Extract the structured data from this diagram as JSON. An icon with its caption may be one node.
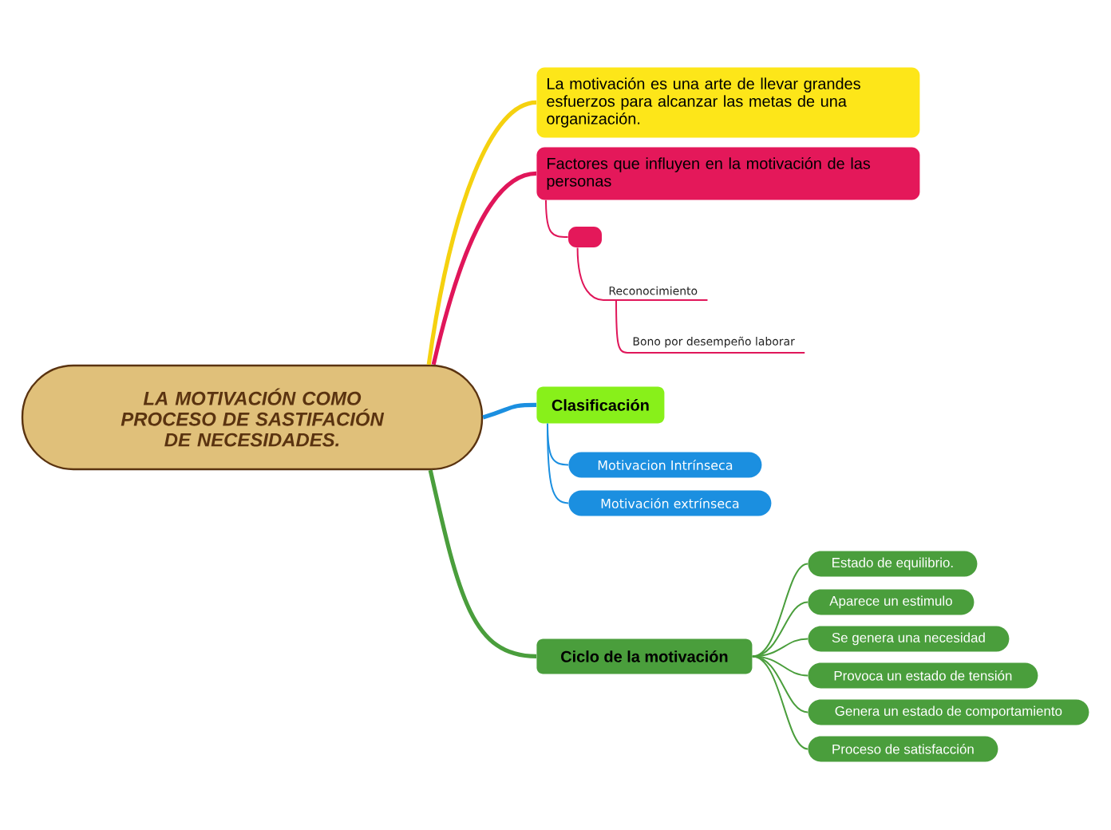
{
  "diagram": {
    "nodes": [
      {
        "text": [
          "LA MOTIVACIÓN COMO PROCESO DE SASTIFACIÓN  DE NECESIDADES."
        ]
      },
      {
        "text": [
          "La motivación es una arte de llevar grandes esfuerzos para alcanzar las metas de una organización."
        ]
      },
      {
        "text": [
          "Factores que influyen   en la motivación de las personas"
        ]
      },
      {
        "text": [],
        "shape": "box"
      },
      {
        "text": [
          "Reconocimiento"
        ]
      },
      {
        "text": [
          "Bono por desempeño laborar"
        ]
      },
      {
        "text": [
          "Clasificación"
        ]
      },
      {
        "text": [
          "Motivacion Intrínseca"
        ]
      },
      {
        "text": [
          "Motivación  extrínseca"
        ]
      },
      {
        "text": [
          "Ciclo de la motivación"
        ]
      },
      {
        "text": [
          "Estado de equilibrio."
        ]
      },
      {
        "text": [
          "Aparece un estimulo"
        ]
      },
      {
        "text": [
          "Se genera una necesidad"
        ]
      },
      {
        "text": [
          "Provoca un estado de tensión"
        ]
      },
      {
        "text": [
          "Genera un estado de comportamiento"
        ]
      },
      {
        "text": [
          "Proceso de satisfacción"
        ]
      }
    ],
    "edges": [
      {
        "from": 0,
        "to": 1,
        "arrow": "none",
        "style": "thick",
        "color": "#f5d10f"
      },
      {
        "from": 0,
        "to": 2,
        "arrow": "none",
        "style": "thick",
        "color": "#e0165a"
      },
      {
        "from": 2,
        "to": 3,
        "arrow": "none",
        "color": "#e0165a"
      },
      {
        "from": 3,
        "to": 4,
        "arrow": "none",
        "color": "#e0165a"
      },
      {
        "from": 4,
        "to": 5,
        "arrow": "none",
        "color": "#e0165a"
      },
      {
        "from": 0,
        "to": 6,
        "arrow": "none",
        "style": "thick",
        "color": "#1b8fe0"
      },
      {
        "from": 6,
        "to": 7,
        "arrow": "none",
        "color": "#1b8fe0"
      },
      {
        "from": 6,
        "to": 8,
        "arrow": "none",
        "color": "#1b8fe0"
      },
      {
        "from": 0,
        "to": 9,
        "arrow": "none",
        "style": "thick",
        "color": "#4a9e3c"
      },
      {
        "from": 9,
        "to": 10,
        "arrow": "none",
        "color": "#4a9e3c"
      },
      {
        "from": 9,
        "to": 11,
        "arrow": "none",
        "color": "#4a9e3c"
      },
      {
        "from": 9,
        "to": 12,
        "arrow": "none",
        "color": "#4a9e3c"
      },
      {
        "from": 9,
        "to": 13,
        "arrow": "none",
        "color": "#4a9e3c"
      },
      {
        "from": 9,
        "to": 14,
        "arrow": "none",
        "color": "#4a9e3c"
      },
      {
        "from": 9,
        "to": 15,
        "arrow": "none",
        "color": "#4a9e3c"
      }
    ]
  }
}
